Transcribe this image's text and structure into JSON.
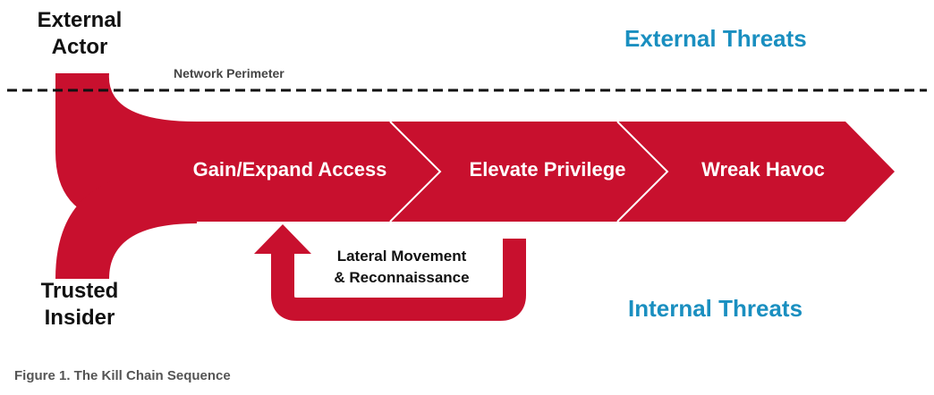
{
  "colors": {
    "chain_red": "#c8102e",
    "threat_blue": "#1a8fc0",
    "perimeter_line": "#111111"
  },
  "actors": {
    "external": [
      "External",
      "Actor"
    ],
    "insider": [
      "Trusted",
      "Insider"
    ]
  },
  "threats": {
    "external": "External Threats",
    "internal": "Internal Threats"
  },
  "perimeter_label": "Network Perimeter",
  "stages": [
    "Gain/Expand Access",
    "Elevate Privilege",
    "Wreak Havoc"
  ],
  "lateral": [
    "Lateral Movement",
    "& Reconnaissance"
  ],
  "caption": "Figure 1.  The Kill Chain Sequence"
}
